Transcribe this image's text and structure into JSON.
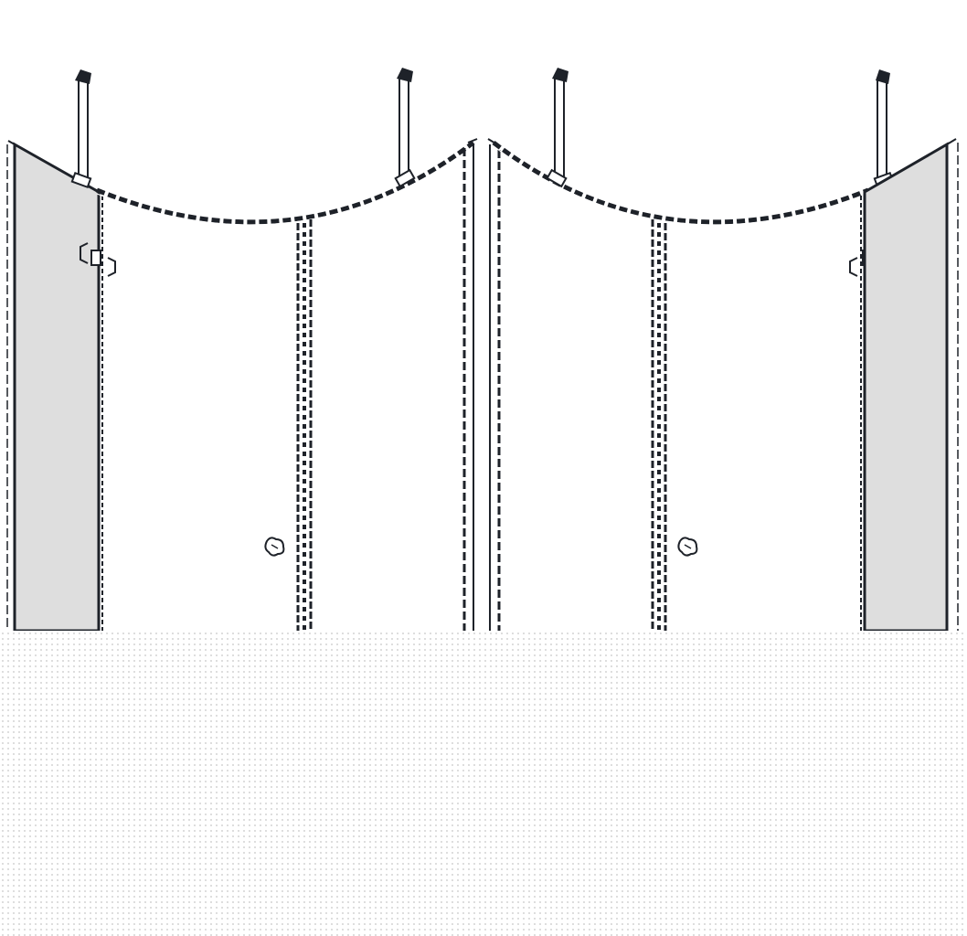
{
  "palette": {
    "line": "#1e2229",
    "glass": "#dedede",
    "pattern": "#d5d5d5",
    "background": "#ffffff"
  },
  "assemblies": [
    {
      "name": "left-shower-enclosure",
      "fixed_panel_side": "left",
      "handle": "knob",
      "hinge_side": "left"
    },
    {
      "name": "right-shower-enclosure",
      "fixed_panel_side": "right",
      "handle": "knob",
      "hinge_side": "right"
    }
  ]
}
